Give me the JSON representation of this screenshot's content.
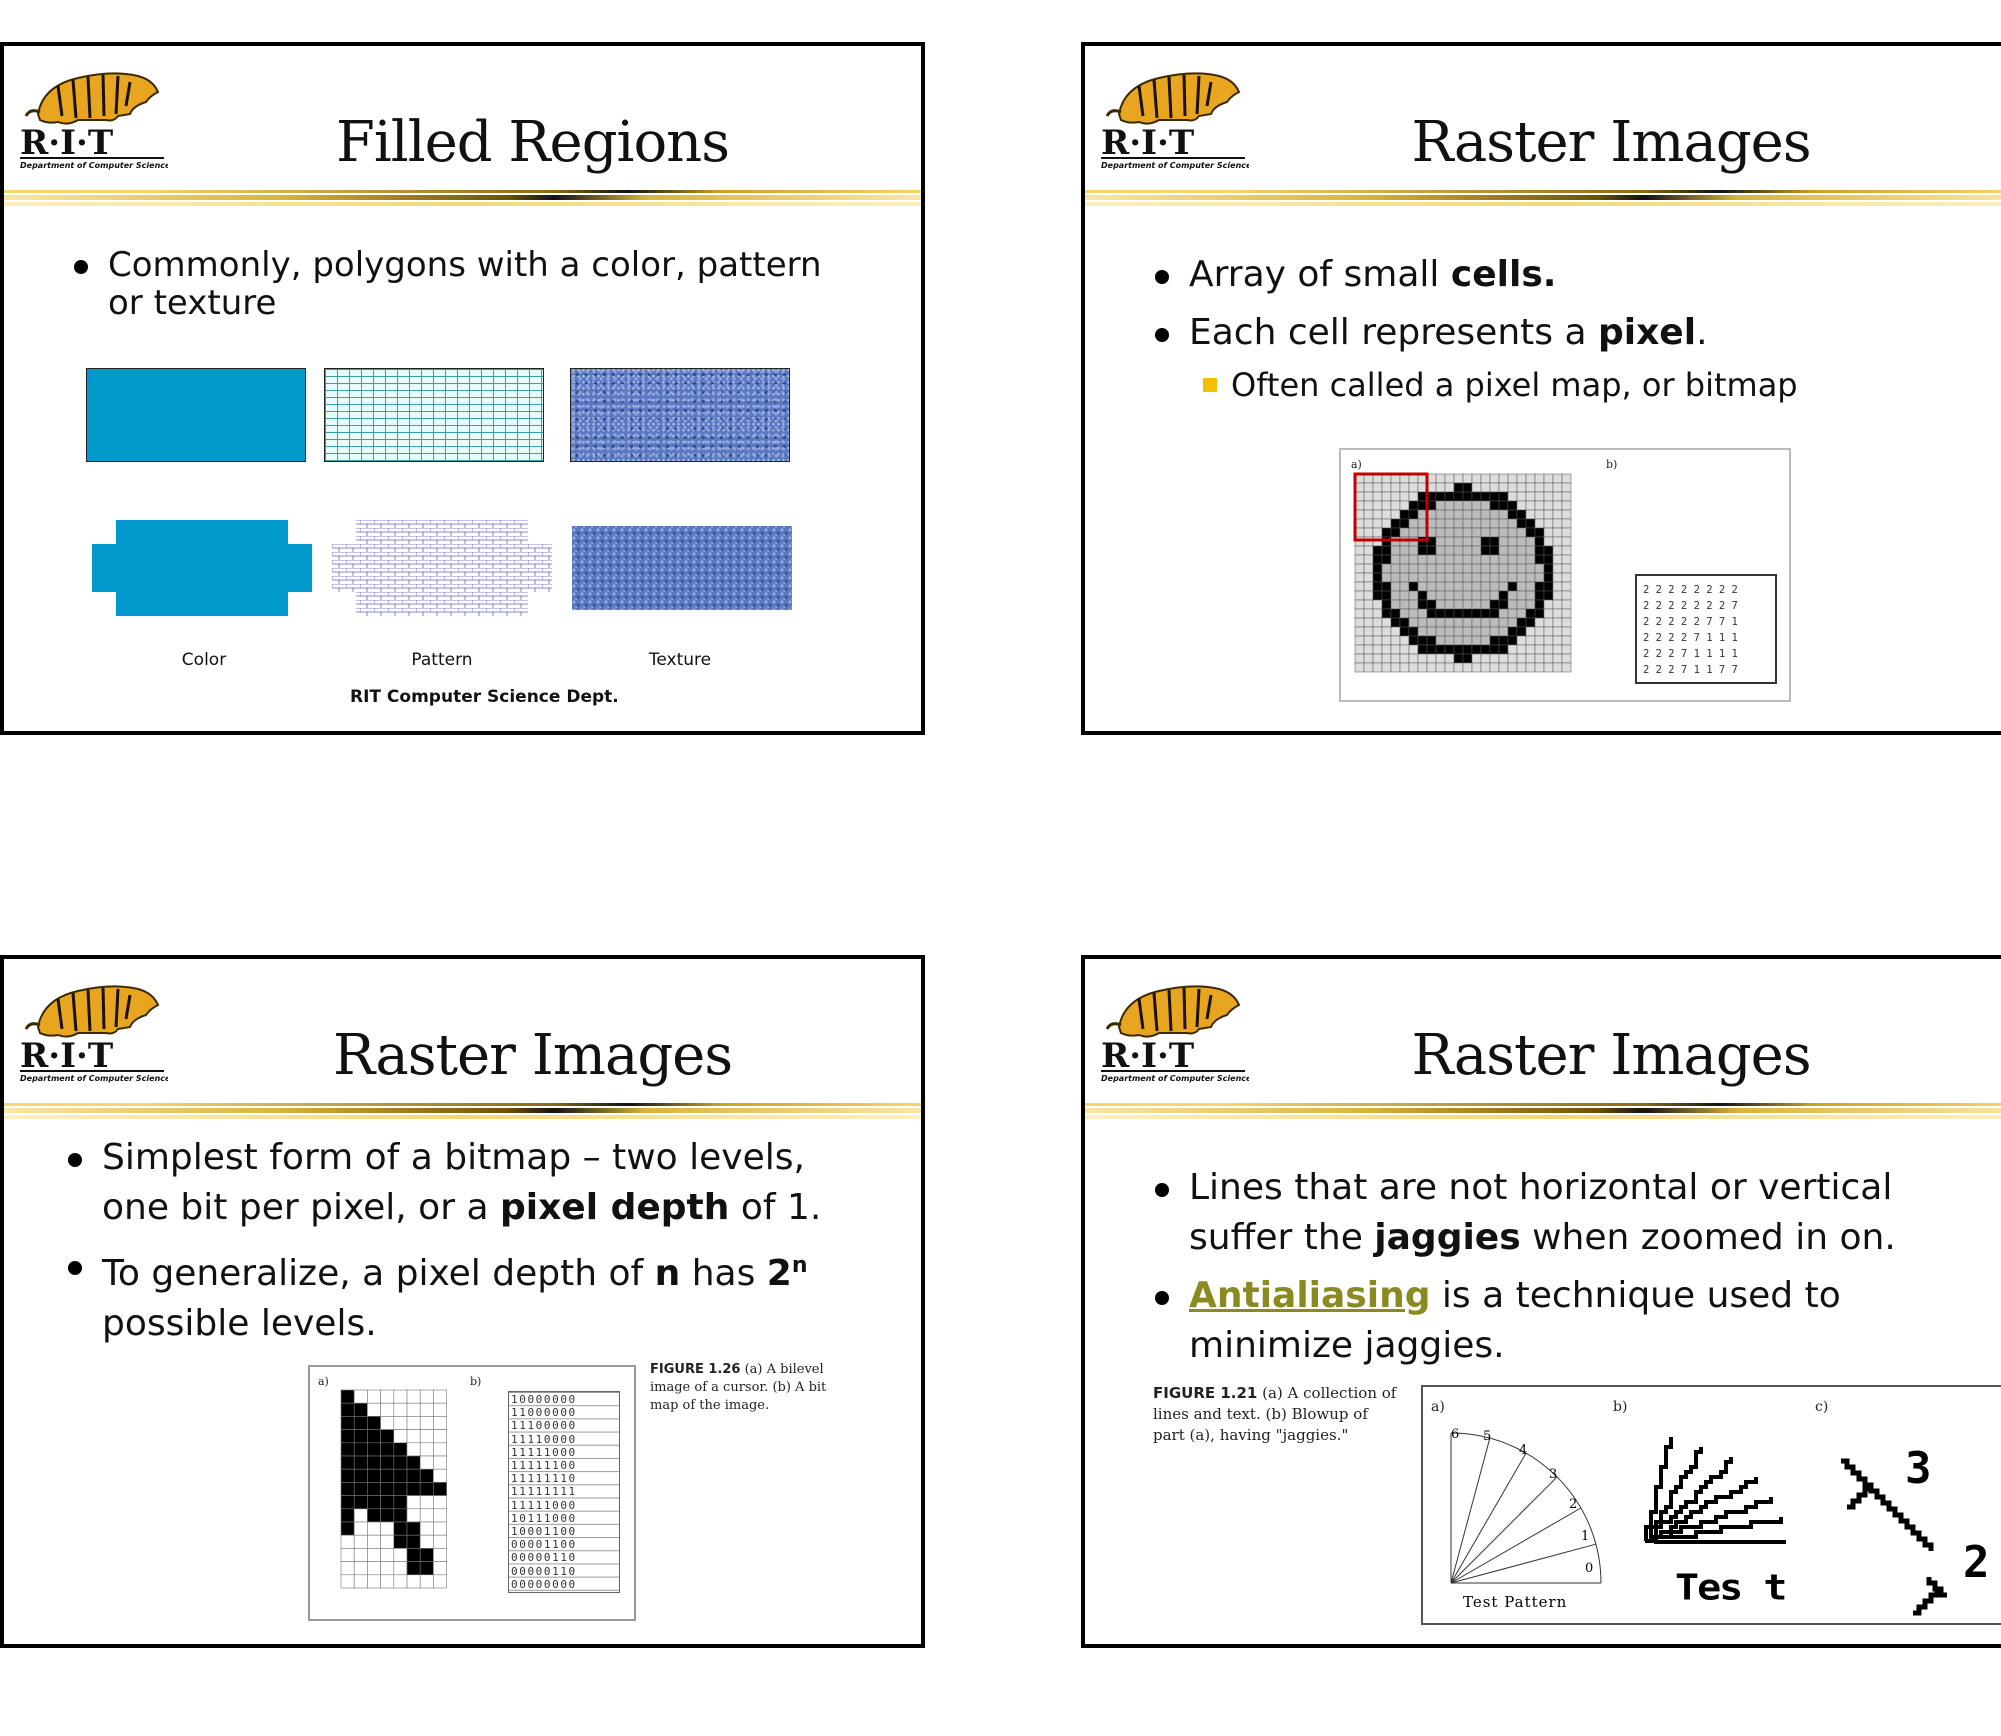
{
  "brand": {
    "logo_text": "R·I·T",
    "logo_subtext": "Department of Computer Science",
    "accent_gold": "#f2c200",
    "fill_blue": "#0099cc"
  },
  "slides": [
    {
      "title": "Filled Regions",
      "bullets": [
        "Commonly, polygons with a color, pattern or texture"
      ],
      "swatch_labels": [
        "Color",
        "Pattern",
        "Texture"
      ],
      "footer": "RIT Computer Science  Dept."
    },
    {
      "title": "Raster Images",
      "bullet1_pre": "Array of small ",
      "bullet1_bold": "cells.",
      "bullet2_pre": "Each cell represents a ",
      "bullet2_bold": "pixel",
      "bullet2_post": ".",
      "sub_bullet": "Often called a pixel map, or bitmap",
      "figure": {
        "label_a": "a)",
        "label_b": "b)",
        "blowup_rows": [
          "2 2 2 2 2 2 2 2",
          "2 2 2 2 2 2 2 7",
          "2 2 2 2 2 7 7 1",
          "2 2 2 2 7 1 1 1",
          "2 2 2 7 1 1 1 1",
          "2 2 2 7 1 1 7 7"
        ]
      }
    },
    {
      "title": "Raster Images",
      "b1_line1": "Simplest form of a bitmap – two levels,",
      "b1_line2_pre": "one bit per pixel, or a ",
      "b1_line2_bold": "pixel depth",
      "b1_line2_post": " of 1.",
      "b2_pre": "To generalize, a pixel depth of ",
      "b2_n": "n",
      "b2_mid": " has ",
      "b2_two": "2",
      "b2_sup": "n",
      "b2_line2": "possible levels.",
      "figure": {
        "label_a": "a)",
        "label_b": "b)",
        "caption_bold": "FIGURE 1.26",
        "caption_text": "(a) A bilevel image of a cursor. (b) A bit map of the image.",
        "bit_rows": [
          "10000000",
          "11000000",
          "11100000",
          "11110000",
          "11111000",
          "11111100",
          "11111110",
          "11111111",
          "11111000",
          "10111000",
          "10001100",
          "00001100",
          "00000110",
          "00000110",
          "00000000"
        ]
      }
    },
    {
      "title": "Raster Images",
      "b1_line1": "Lines that are not horizontal or vertical",
      "b1_line2_pre": "suffer the ",
      "b1_line2_bold": "jaggies",
      "b1_line2_post": " when zoomed in on.",
      "b2_link": "Antialiasing",
      "b2_post": " is a technique used to",
      "b2_line2": "minimize jaggies.",
      "figure": {
        "caption_bold": "FIGURE 1.21",
        "caption_text": "(a) A collection of lines and text. (b) Blowup of part (a), having \"jaggies.\"",
        "label_a": "a)",
        "label_b": "b)",
        "label_c": "c)",
        "ticks": [
          "6",
          "5",
          "4",
          "3",
          "2",
          "1",
          "0"
        ],
        "test_pattern": "Test Pattern",
        "blowup_text": "Tes t",
        "c_labels": [
          "3",
          "2"
        ]
      }
    }
  ]
}
